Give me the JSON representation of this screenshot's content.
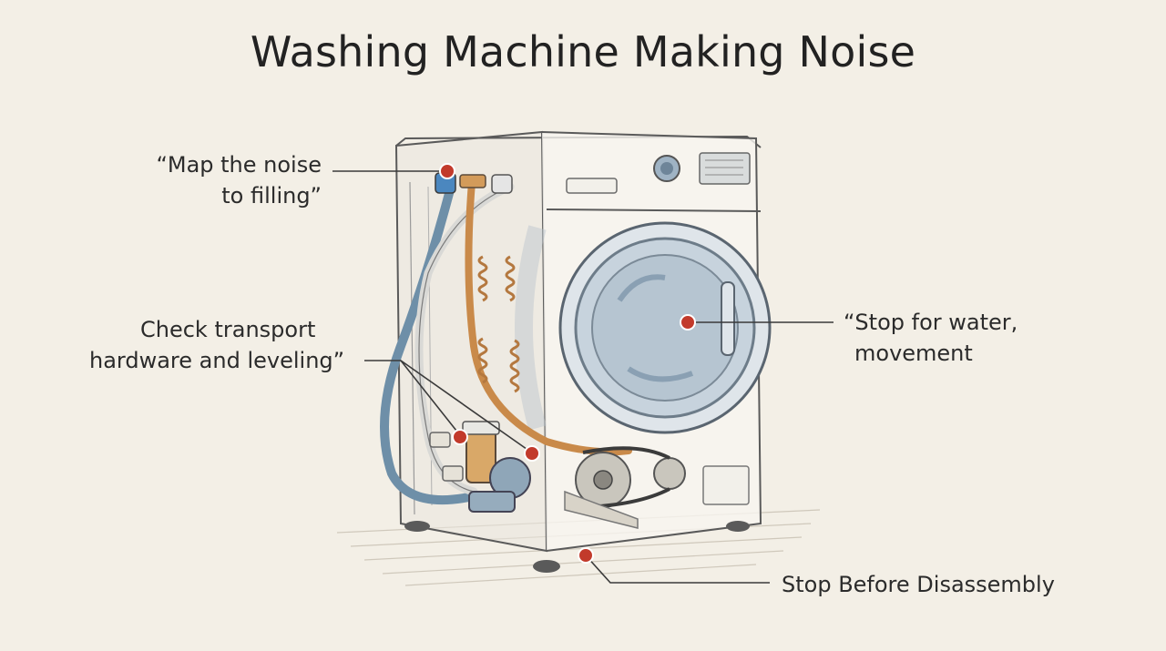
{
  "title": "Washing Machine Making Noise",
  "callouts": {
    "filling": {
      "line1": "“Map the noise",
      "line2": "to filling”"
    },
    "transport": {
      "line1": "Check transport",
      "line2": "hardware and leveling”"
    },
    "water": {
      "line1": "“Stop for water,",
      "line2": "movement"
    },
    "disassembly": {
      "line1": "Stop Before Disassembly"
    }
  },
  "colors": {
    "background": "#f3efe6",
    "marker": "#c23a2b",
    "outline": "#5a5a5a",
    "copper": "#c98a4a",
    "drum": "#8ea5b8"
  }
}
